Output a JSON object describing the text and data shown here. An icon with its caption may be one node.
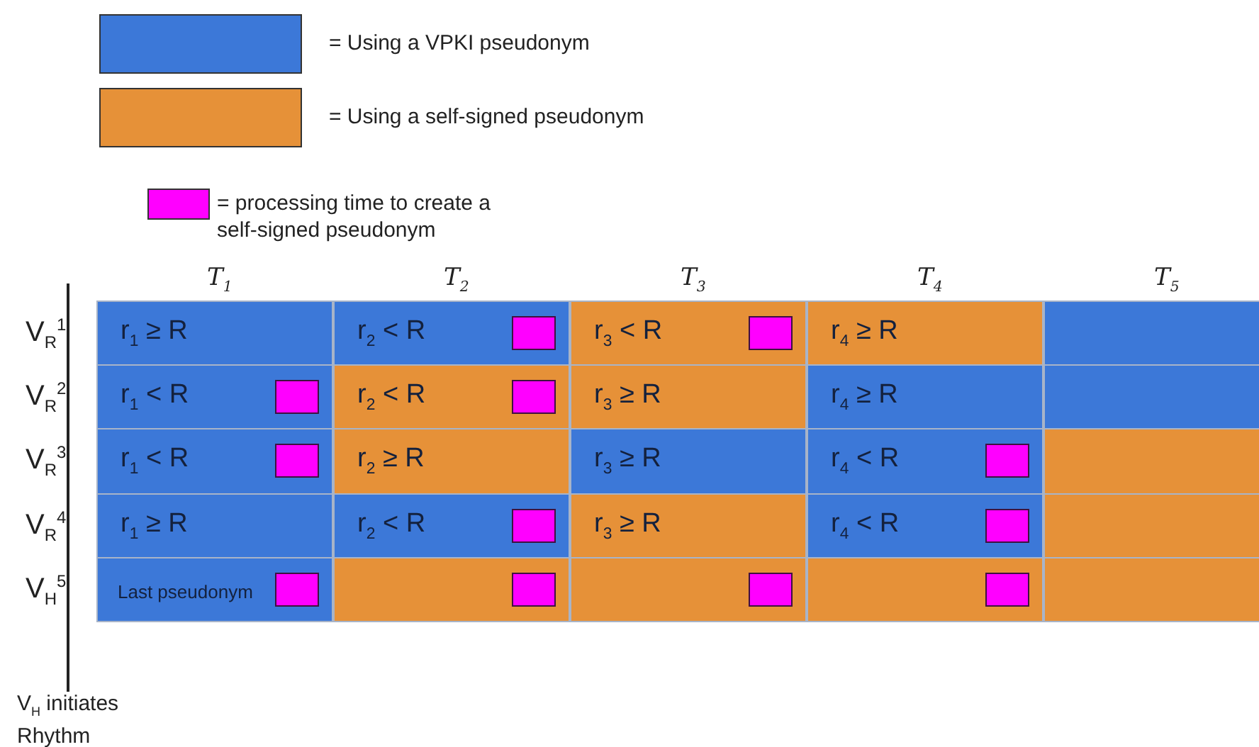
{
  "diagram": {
    "labels": [
      "T$_{1}$",
      "T$_{2}$",
      "T$_{3}$",
      "T$_{4}$",
      "T$_{5}$",
      "V$_{R}$$^{1}$",
      "r$_{1}$ ≥ R",
      "r$_{2}$ < R",
      "r$_{3}$ < R",
      "r$_{4}$ ≥ R",
      "V$_{R}$$^{2}$",
      "r$_{1}$ < R",
      "r$_{2}$ < R",
      "r$_{3}$ ≥ R",
      "r$_{4}$ ≥ R",
      "V$_{R}$$^{3}$",
      "r$_{1}$ < R",
      "r$_{2}$ ≥ R",
      "r$_{3}$ ≥ R",
      "r$_{4}$ < R",
      "V$_{R}$$^{4}$",
      "r$_{1}$ ≥ R",
      "r$_{2}$ < R",
      "r$_{3}$ ≥ R",
      "r$_{4}$ < R",
      "V$_{H}$$^{5}$",
      "Last pseudonym",
      "V$_{H}$ initiates Rhythm"
    ],
    "legend": [
      {
        "text": "= Using a VPKI pseudonym",
        "color": "#3c78d8"
      },
      {
        "text": "= Using a self-signed pseudonym",
        "color": "#e69138"
      },
      {
        "text": "= processing time to create a self-signed pseudonym",
        "color": "#ff00ff"
      }
    ]
  }
}
